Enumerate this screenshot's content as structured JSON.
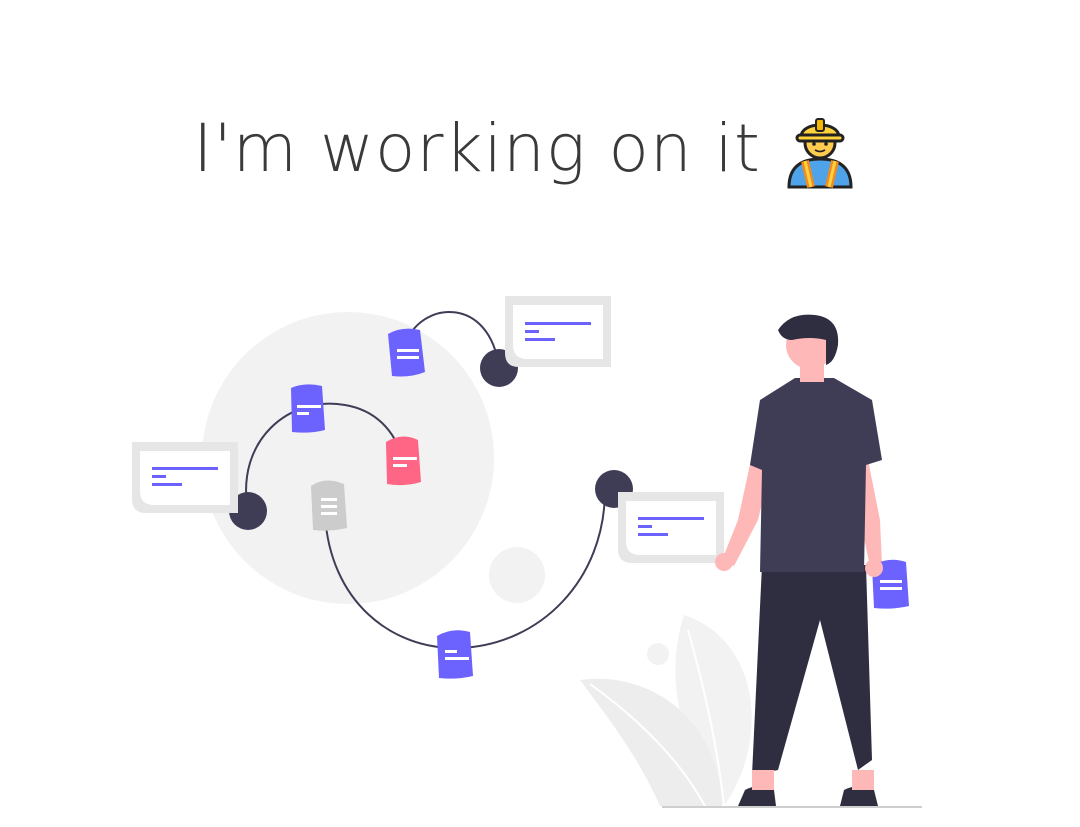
{
  "page": {
    "heading": "I'm working on it",
    "heading_icon": "construction-worker-icon"
  },
  "colors": {
    "text": "#3a3a3a",
    "accent_purple": "#6c63ff",
    "accent_pink": "#ff6584",
    "dark": "#3f3d56",
    "light_gray": "#f2f2f2",
    "skin": "#ffb8b8"
  },
  "illustration": {
    "name": "working-illustration",
    "elements": [
      "orbit-circle",
      "documents",
      "message-cards",
      "person-holding-document",
      "plant"
    ]
  }
}
